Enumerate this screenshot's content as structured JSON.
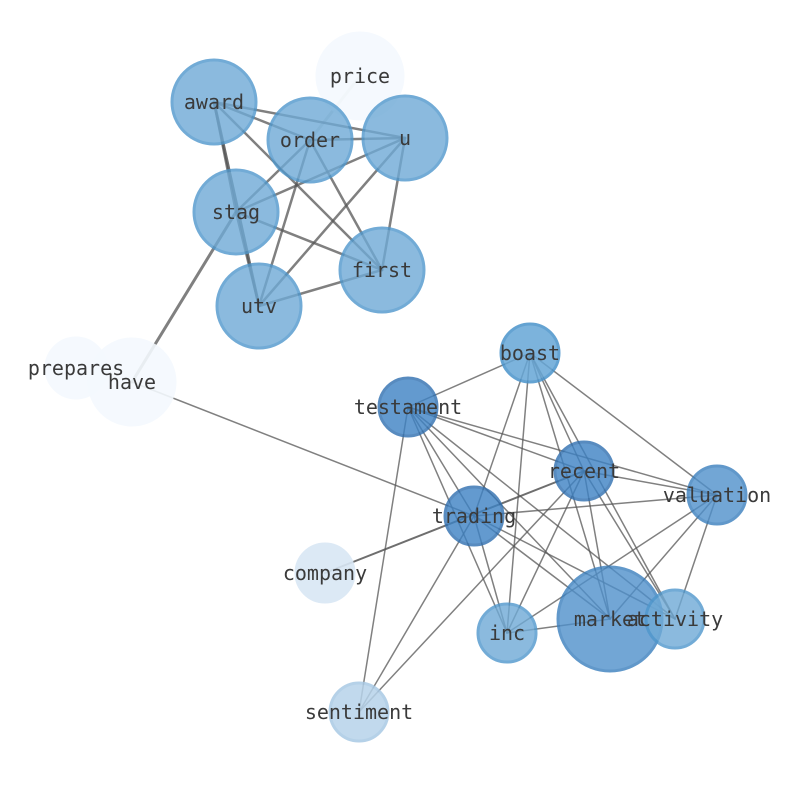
{
  "nodes": [
    {
      "id": "price",
      "label": "price",
      "fill": "#f4f9fe",
      "stroke": "#f4f9fe",
      "opacity": 0.9
    },
    {
      "id": "award",
      "label": "award",
      "fill": "#6faad6",
      "stroke": "#4f97cc",
      "opacity": 0.8
    },
    {
      "id": "order",
      "label": "order",
      "fill": "#6faad6",
      "stroke": "#4f97cc",
      "opacity": 0.8
    },
    {
      "id": "u",
      "label": "u",
      "fill": "#6faad6",
      "stroke": "#4f97cc",
      "opacity": 0.8
    },
    {
      "id": "stag",
      "label": "stag",
      "fill": "#6faad6",
      "stroke": "#4f97cc",
      "opacity": 0.8
    },
    {
      "id": "first",
      "label": "first",
      "fill": "#6faad6",
      "stroke": "#4f97cc",
      "opacity": 0.8
    },
    {
      "id": "utv",
      "label": "utv",
      "fill": "#6faad6",
      "stroke": "#4f97cc",
      "opacity": 0.8
    },
    {
      "id": "prepares",
      "label": "prepares",
      "fill": "#f4f9fe",
      "stroke": "#f4f9fe",
      "opacity": 0.9
    },
    {
      "id": "have",
      "label": "have",
      "fill": "#f4f9fe",
      "stroke": "#f4f9fe",
      "opacity": 0.9
    },
    {
      "id": "boast",
      "label": "boast",
      "fill": "#66a6d6",
      "stroke": "#4a93cb",
      "opacity": 0.85
    },
    {
      "id": "testament",
      "label": "testament",
      "fill": "#3d82c4",
      "stroke": "#2f6fb0",
      "opacity": 0.8
    },
    {
      "id": "recent",
      "label": "recent",
      "fill": "#3d82c4",
      "stroke": "#2f6fb0",
      "opacity": 0.8
    },
    {
      "id": "valuation",
      "label": "valuation",
      "fill": "#4f90cb",
      "stroke": "#3a7fbe",
      "opacity": 0.8
    },
    {
      "id": "trading",
      "label": "trading",
      "fill": "#3d82c4",
      "stroke": "#2f6fb0",
      "opacity": 0.8
    },
    {
      "id": "company",
      "label": "company",
      "fill": "#d9e7f5",
      "stroke": "#d9e7f5",
      "opacity": 0.9
    },
    {
      "id": "inc",
      "label": "inc",
      "fill": "#6faad6",
      "stroke": "#4f97cc",
      "opacity": 0.8
    },
    {
      "id": "market",
      "label": "market",
      "fill": "#4f90cb",
      "stroke": "#3a7fbe",
      "opacity": 0.8
    },
    {
      "id": "activity",
      "label": "activity",
      "fill": "#6faad6",
      "stroke": "#4f97cc",
      "opacity": 0.8
    },
    {
      "id": "sentiment",
      "label": "sentiment",
      "fill": "#b7d3ea",
      "stroke": "#a9c9e4",
      "opacity": 0.85
    }
  ],
  "edges": [
    {
      "source": "award",
      "target": "order",
      "weight": 2.5,
      "opacity": 0.75
    },
    {
      "source": "award",
      "target": "u",
      "weight": 2.5,
      "opacity": 0.75
    },
    {
      "source": "award",
      "target": "first",
      "weight": 2.5,
      "opacity": 0.75
    },
    {
      "source": "award",
      "target": "utv",
      "weight": 3,
      "opacity": 0.85
    },
    {
      "source": "award",
      "target": "stag",
      "weight": 2.5,
      "opacity": 0.75
    },
    {
      "source": "order",
      "target": "u",
      "weight": 2.5,
      "opacity": 0.75
    },
    {
      "source": "order",
      "target": "stag",
      "weight": 2.5,
      "opacity": 0.75
    },
    {
      "source": "order",
      "target": "first",
      "weight": 2.5,
      "opacity": 0.75
    },
    {
      "source": "order",
      "target": "utv",
      "weight": 2.5,
      "opacity": 0.75
    },
    {
      "source": "u",
      "target": "stag",
      "weight": 2.5,
      "opacity": 0.75
    },
    {
      "source": "u",
      "target": "first",
      "weight": 2.5,
      "opacity": 0.75
    },
    {
      "source": "u",
      "target": "utv",
      "weight": 2.5,
      "opacity": 0.75
    },
    {
      "source": "stag",
      "target": "first",
      "weight": 2.5,
      "opacity": 0.75
    },
    {
      "source": "stag",
      "target": "utv",
      "weight": 2.5,
      "opacity": 0.75
    },
    {
      "source": "first",
      "target": "utv",
      "weight": 2.5,
      "opacity": 0.75
    },
    {
      "source": "price",
      "target": "order",
      "weight": 3,
      "opacity": 0.2
    },
    {
      "source": "have",
      "target": "stag",
      "weight": 3,
      "opacity": 0.75
    },
    {
      "source": "have",
      "target": "trading",
      "weight": 1.5,
      "opacity": 0.75
    },
    {
      "source": "company",
      "target": "recent",
      "weight": 2,
      "opacity": 0.85
    },
    {
      "source": "boast",
      "target": "testament",
      "weight": 1.5,
      "opacity": 0.75
    },
    {
      "source": "boast",
      "target": "valuation",
      "weight": 1.5,
      "opacity": 0.75
    },
    {
      "source": "boast",
      "target": "trading",
      "weight": 1.5,
      "opacity": 0.75
    },
    {
      "source": "boast",
      "target": "inc",
      "weight": 1.5,
      "opacity": 0.75
    },
    {
      "source": "boast",
      "target": "market",
      "weight": 1.5,
      "opacity": 0.75
    },
    {
      "source": "boast",
      "target": "activity",
      "weight": 1.5,
      "opacity": 0.75
    },
    {
      "source": "boast",
      "target": "recent",
      "weight": 1.5,
      "opacity": 0.75
    },
    {
      "source": "testament",
      "target": "recent",
      "weight": 1.5,
      "opacity": 0.75
    },
    {
      "source": "testament",
      "target": "valuation",
      "weight": 1.5,
      "opacity": 0.75
    },
    {
      "source": "testament",
      "target": "trading",
      "weight": 1.5,
      "opacity": 0.75
    },
    {
      "source": "testament",
      "target": "inc",
      "weight": 1.5,
      "opacity": 0.75
    },
    {
      "source": "testament",
      "target": "market",
      "weight": 1.5,
      "opacity": 0.75
    },
    {
      "source": "testament",
      "target": "activity",
      "weight": 1.5,
      "opacity": 0.75
    },
    {
      "source": "testament",
      "target": "sentiment",
      "weight": 1.5,
      "opacity": 0.75
    },
    {
      "source": "recent",
      "target": "valuation",
      "weight": 1.5,
      "opacity": 0.75
    },
    {
      "source": "recent",
      "target": "inc",
      "weight": 1.5,
      "opacity": 0.75
    },
    {
      "source": "recent",
      "target": "market",
      "weight": 1.5,
      "opacity": 0.75
    },
    {
      "source": "recent",
      "target": "activity",
      "weight": 1.5,
      "opacity": 0.75
    },
    {
      "source": "recent",
      "target": "sentiment",
      "weight": 1.5,
      "opacity": 0.75
    },
    {
      "source": "trading",
      "target": "valuation",
      "weight": 1.5,
      "opacity": 0.75
    },
    {
      "source": "trading",
      "target": "inc",
      "weight": 1.5,
      "opacity": 0.75
    },
    {
      "source": "trading",
      "target": "market",
      "weight": 1.5,
      "opacity": 0.75
    },
    {
      "source": "trading",
      "target": "activity",
      "weight": 1.5,
      "opacity": 0.75
    },
    {
      "source": "trading",
      "target": "sentiment",
      "weight": 1.5,
      "opacity": 0.75
    },
    {
      "source": "valuation",
      "target": "inc",
      "weight": 1.5,
      "opacity": 0.75
    },
    {
      "source": "valuation",
      "target": "market",
      "weight": 1.5,
      "opacity": 0.75
    },
    {
      "source": "valuation",
      "target": "activity",
      "weight": 1.5,
      "opacity": 0.75
    },
    {
      "source": "inc",
      "target": "market",
      "weight": 1.5,
      "opacity": 0.75
    }
  ]
}
